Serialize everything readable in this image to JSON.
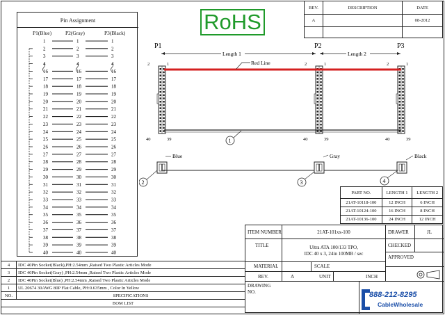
{
  "rohs": "RoHS",
  "revision_block": {
    "headers": [
      "REV.",
      "DESCRIPTION",
      "DATE"
    ],
    "rev": "A",
    "date": "08-2012"
  },
  "pin_assignment": {
    "title": "Pin Assignment",
    "columns": [
      "P1(Blue)",
      "P2(Gray)",
      "P3(Black)"
    ],
    "rows": [
      "1",
      "2",
      "3",
      "4",
      "16",
      "17",
      "18",
      "19",
      "20",
      "21",
      "22",
      "23",
      "24",
      "25",
      "26",
      "27",
      "28",
      "29",
      "30",
      "31",
      "32",
      "33",
      "34",
      "35",
      "36",
      "37",
      "38",
      "39",
      "40"
    ]
  },
  "drawing": {
    "connectors": [
      "P1",
      "P2",
      "P3"
    ],
    "length1": "Length 1",
    "length2": "Length 2",
    "red_line": "Red Line",
    "pin_labels": {
      "top_left": "2",
      "top_right": "1",
      "bottom_left": "40",
      "bottom_right": "39"
    },
    "callouts": [
      "1",
      "2",
      "3",
      "4"
    ],
    "side_labels": [
      "Blue",
      "Gray",
      "Black"
    ]
  },
  "lengths_table": {
    "headers": [
      "PART NO.",
      "LENGTH 1",
      "LENGTH 2"
    ],
    "rows": [
      [
        "21AT-10118-100",
        "12 INCH",
        "6 INCH"
      ],
      [
        "21AT-10124-100",
        "16 INCH",
        "8 INCH"
      ],
      [
        "21AT-10136-100",
        "24 INCH",
        "12 INCH"
      ]
    ]
  },
  "bom": {
    "items": [
      {
        "no": "4",
        "spec": "IDC 40Pin Socket(Black),PH:2.54mm ,Raised Two Plastic Articles Mode"
      },
      {
        "no": "3",
        "spec": "IDC 40Pin Socket(Gray) ,PH:2.54mm ,Raised Two Plastic Articles Mode"
      },
      {
        "no": "2",
        "spec": "IDC 40Pin Socket(Blue) ,PH:2.54mm ,Raised Two Plastic Articles Mode"
      },
      {
        "no": "1",
        "spec": "UL 20674 30AWG 80P Flat Cable, PH:0.635mm , Color In Yellow"
      }
    ],
    "header_no": "NO.",
    "header_spec": "SPECIFICATIONS",
    "footer": "BOM LIST"
  },
  "title_block": {
    "item_number_label": "ITEM NUMBER",
    "item_number": "21AT-101xx-100",
    "title_label": "TITLE",
    "title_line1": "Ultra ATA 100/133 TPO,",
    "title_line2": "IDC 40 x 3, 24in 100MB / sec",
    "drawer_label": "DRAWER",
    "drawer": "JL",
    "checked_label": "CHECKED",
    "approved_label": "APPROVED",
    "material_label": "MATERIAL",
    "scale_label": "SCALE",
    "rev_label": "REV.",
    "rev": "A",
    "unit_label": "UNIT",
    "unit": "INCH",
    "drawing_no_label1": "DRAWING",
    "drawing_no_label2": "NO."
  },
  "logo": {
    "phone": "888-212-8295",
    "name": "CableWholesale"
  },
  "colors": {
    "rohs": "#1f9a2a",
    "red_line": "#d42020",
    "logo": "#1a4ea8"
  }
}
